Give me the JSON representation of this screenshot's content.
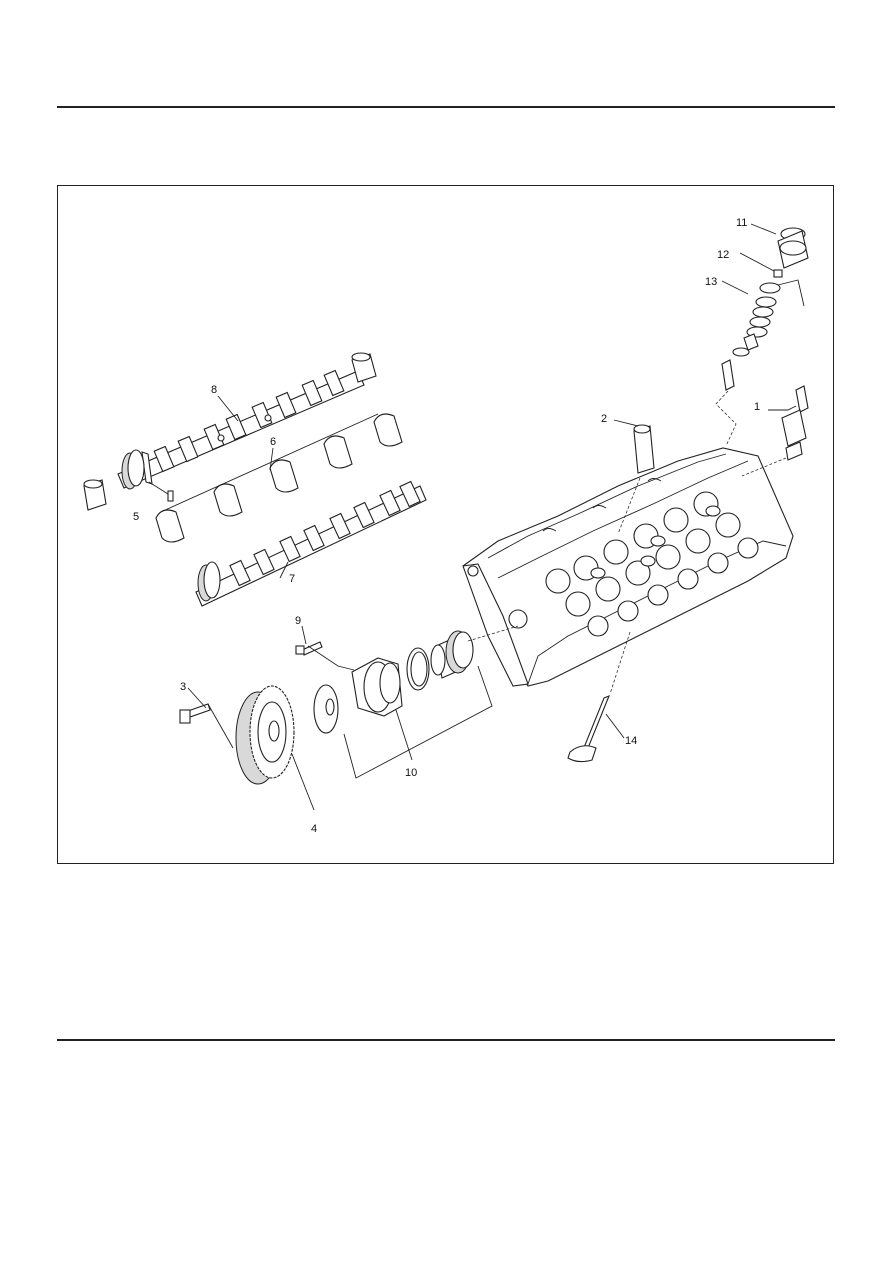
{
  "diagram": {
    "callouts": [
      {
        "id": "c1",
        "text": "1"
      },
      {
        "id": "c2",
        "text": "2"
      },
      {
        "id": "c3",
        "text": "3"
      },
      {
        "id": "c4",
        "text": "4"
      },
      {
        "id": "c5",
        "text": "5"
      },
      {
        "id": "c6",
        "text": "6"
      },
      {
        "id": "c7",
        "text": "7"
      },
      {
        "id": "c8",
        "text": "8"
      },
      {
        "id": "c9",
        "text": "9"
      },
      {
        "id": "c10",
        "text": "10"
      },
      {
        "id": "c11",
        "text": "11"
      },
      {
        "id": "c12",
        "text": "12"
      },
      {
        "id": "c13",
        "text": "13"
      },
      {
        "id": "c14",
        "text": "14"
      }
    ]
  }
}
